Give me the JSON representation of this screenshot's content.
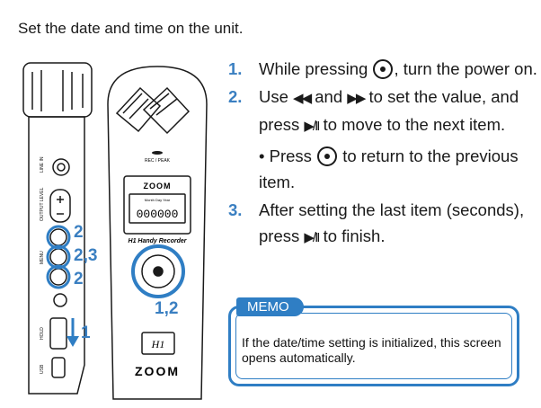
{
  "intro": "Set the date and time on the unit.",
  "steps": [
    {
      "num": "1.",
      "pre": "While pressing",
      "post": ", turn the power on."
    },
    {
      "num": "2.",
      "pre": "Use",
      "glyph_rew": "◀◀",
      "mid1": "and",
      "glyph_ff": "▶▶",
      "mid2": "to set the value, and press",
      "glyph_play": "▶/II",
      "post": "to move to the next item."
    },
    {
      "num": "3.",
      "pre": "After setting the last item (seconds), press",
      "glyph_play": "▶/II",
      "post": "to finish."
    }
  ],
  "substep": {
    "bullet": "•",
    "pre": "Press",
    "post": "to return to the previous item."
  },
  "memo": {
    "tag": "MEMO",
    "text": "If the date/time setting is initialized, this screen opens automatically."
  },
  "device": {
    "rec_peak": "REC / PEAK",
    "lcd_header": "Month  Day  Year",
    "lcd_digits": "000000",
    "model_label": "H1 Handy Recorder",
    "brand": "ZOOM",
    "badge": "H1",
    "side_label_line": "LINE IN",
    "side_label_output": "OUTPUT LEVEL",
    "side_label_menu": "MENU",
    "side_label_hold": "HOLD",
    "side_label_usb": "USB",
    "callout_2a": "2",
    "callout_23": "2,3",
    "callout_2b": "2",
    "callout_1": "1",
    "callout_12": "1,2"
  },
  "colors": {
    "accent": "#2f7ec4",
    "number": "#3a7fc1"
  }
}
